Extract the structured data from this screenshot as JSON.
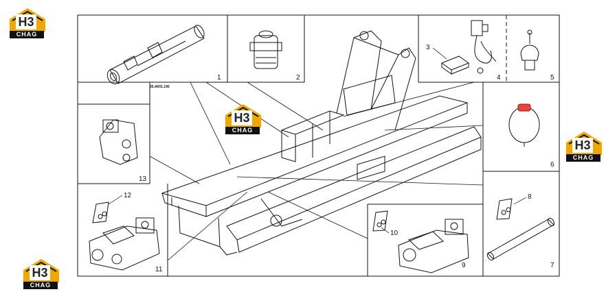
{
  "drawing_code": "35.A001.195",
  "callouts": [
    "1",
    "2",
    "3",
    "4",
    "5",
    "6",
    "7",
    "8",
    "9",
    "10",
    "11",
    "12",
    "13"
  ],
  "logo": {
    "mark": "H3",
    "caption": "CHAG",
    "colors": {
      "roof": "#f0a800",
      "frame": "#111111",
      "text": "#ffffff"
    }
  },
  "colors": {
    "line": "#111111",
    "accent_cap": "#e8453c",
    "background": "#ffffff"
  }
}
